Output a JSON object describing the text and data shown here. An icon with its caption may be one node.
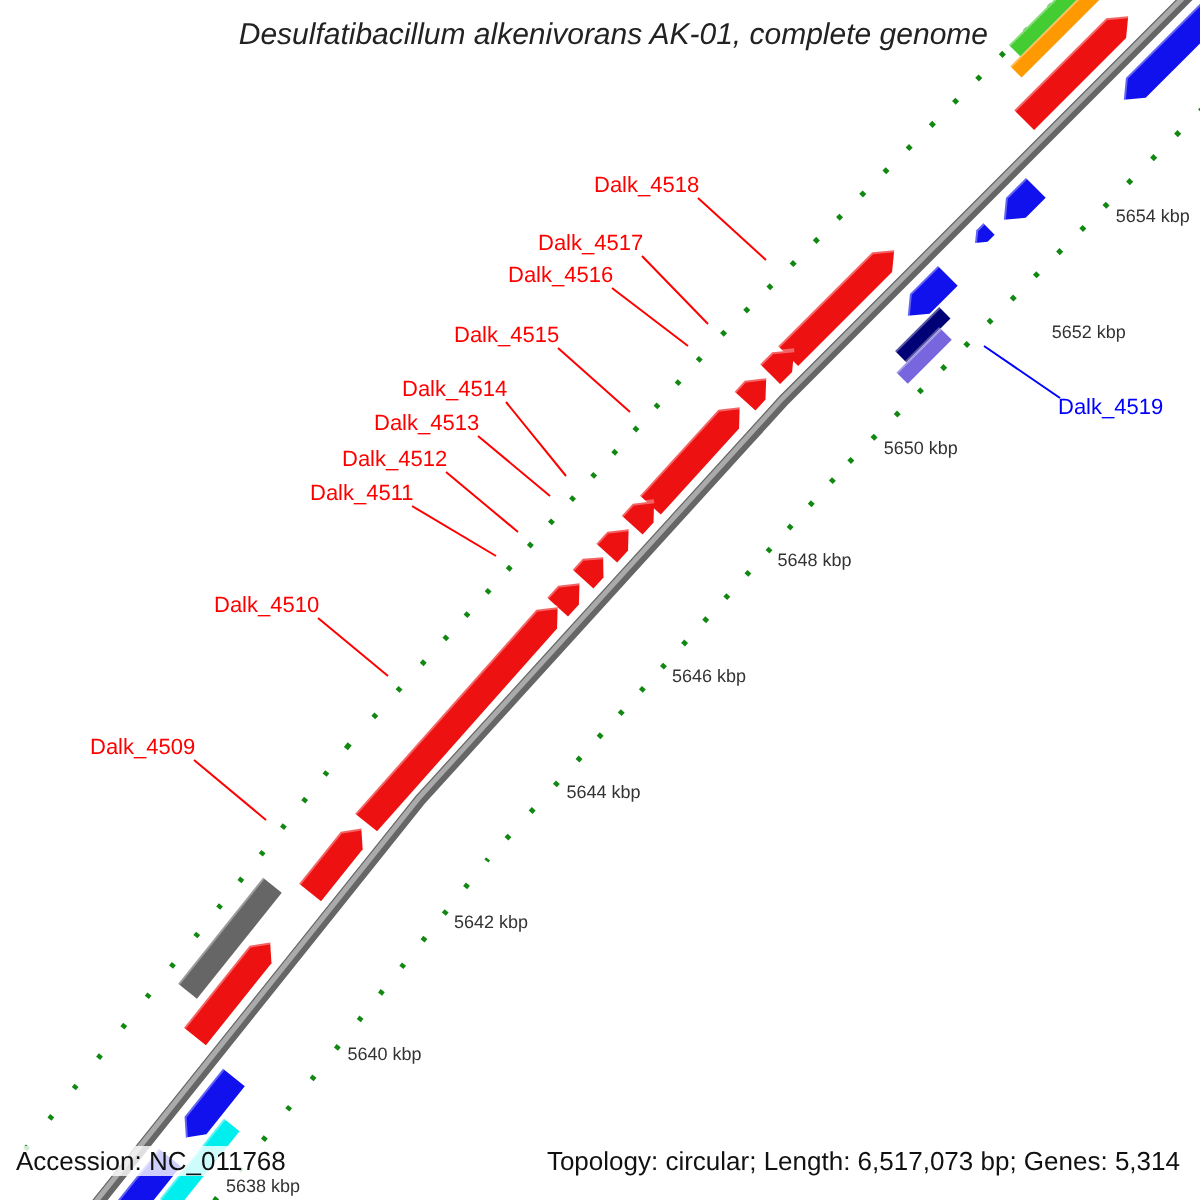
{
  "diagram": {
    "title": "Desulfatibacillum alkenivorans AK-01, complete genome",
    "nodes": [
      {
        "text": [
          "Dalk_4518"
        ]
      },
      {
        "text": [
          "Dalk_4517"
        ]
      },
      {
        "text": [
          "Dalk_4516"
        ]
      },
      {
        "text": [
          "Dalk_4515"
        ]
      },
      {
        "text": [
          "Dalk_4514"
        ]
      },
      {
        "text": [
          "Dalk_4519"
        ]
      },
      {
        "text": [
          "Dalk_4513"
        ]
      },
      {
        "text": [
          "Dalk_4512"
        ]
      },
      {
        "text": [
          "Dalk_4511"
        ]
      },
      {
        "text": [
          "Dalk_4510"
        ]
      },
      {
        "text": [
          "Dalk_4509"
        ]
      }
    ],
    "edges": [
      {
        "from": 0,
        "to": null,
        "arrow": "none"
      },
      {
        "from": 1,
        "to": null,
        "arrow": "none"
      },
      {
        "from": 2,
        "to": null,
        "arrow": "none"
      },
      {
        "from": 3,
        "to": null,
        "arrow": "none"
      },
      {
        "from": 4,
        "to": null,
        "arrow": "none"
      },
      {
        "from": 5,
        "to": null,
        "arrow": "none",
        "color": "#0000ff"
      },
      {
        "from": 6,
        "to": null,
        "arrow": "none"
      },
      {
        "from": 7,
        "to": null,
        "arrow": "none"
      },
      {
        "from": 8,
        "to": null,
        "arrow": "none"
      },
      {
        "from": 9,
        "to": null,
        "arrow": "none"
      },
      {
        "from": 10,
        "to": null,
        "arrow": "none"
      }
    ],
    "labels": [
      "5654 kbp",
      "5652 kbp",
      "5650 kbp",
      "5648 kbp",
      "5646 kbp",
      "5644 kbp",
      "5642 kbp",
      "5640 kbp",
      "5638 kbp",
      "Accession: NC_011768",
      "Topology: circular; Length: 6,517,073 bp; Genes: 5,314"
    ]
  }
}
